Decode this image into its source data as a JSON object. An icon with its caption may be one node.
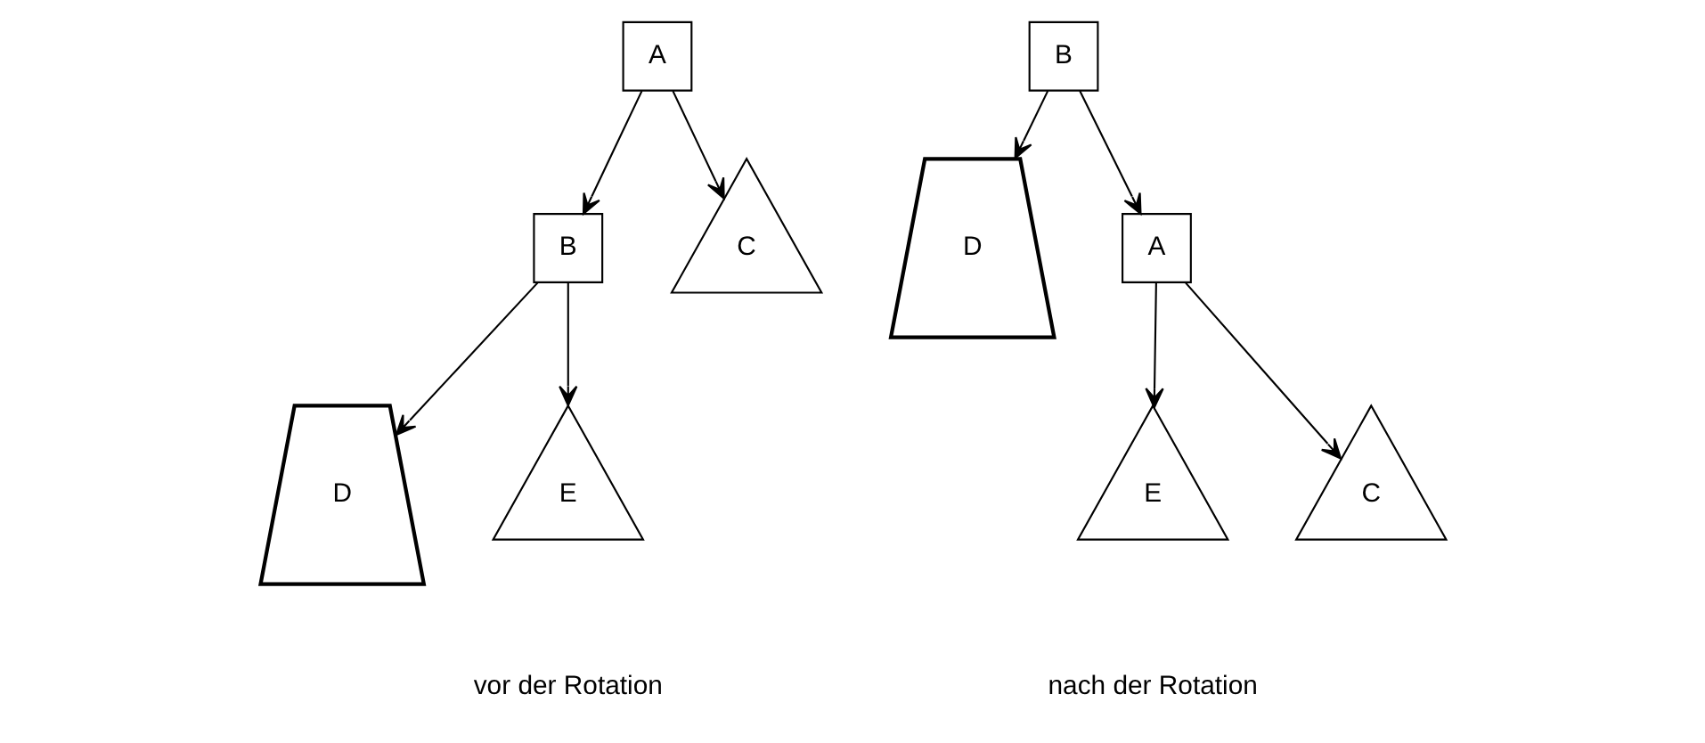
{
  "diagram": {
    "nodes": [
      {
        "text": [
          "A"
        ]
      },
      {
        "text": [
          "B"
        ]
      },
      {
        "text": [
          "C"
        ]
      },
      {
        "text": [
          "D"
        ]
      },
      {
        "text": [
          "E"
        ]
      },
      {
        "text": [
          "B"
        ]
      },
      {
        "text": [
          "D"
        ]
      },
      {
        "text": [
          "A"
        ]
      },
      {
        "text": [
          "E"
        ]
      },
      {
        "text": [
          "C"
        ]
      }
    ],
    "edges": [
      {
        "from": 0,
        "to": 1,
        "arrow": "to"
      },
      {
        "from": 0,
        "to": 2,
        "arrow": "to"
      },
      {
        "from": 1,
        "to": 3,
        "arrow": "to"
      },
      {
        "from": 1,
        "to": 4,
        "arrow": "to"
      },
      {
        "from": 5,
        "to": 6,
        "arrow": "to"
      },
      {
        "from": 5,
        "to": 7,
        "arrow": "to"
      },
      {
        "from": 7,
        "to": 8,
        "arrow": "to"
      },
      {
        "from": 7,
        "to": 9,
        "arrow": "to"
      }
    ],
    "labels": [
      "vor der Rotation",
      "nach der Rotation"
    ]
  }
}
